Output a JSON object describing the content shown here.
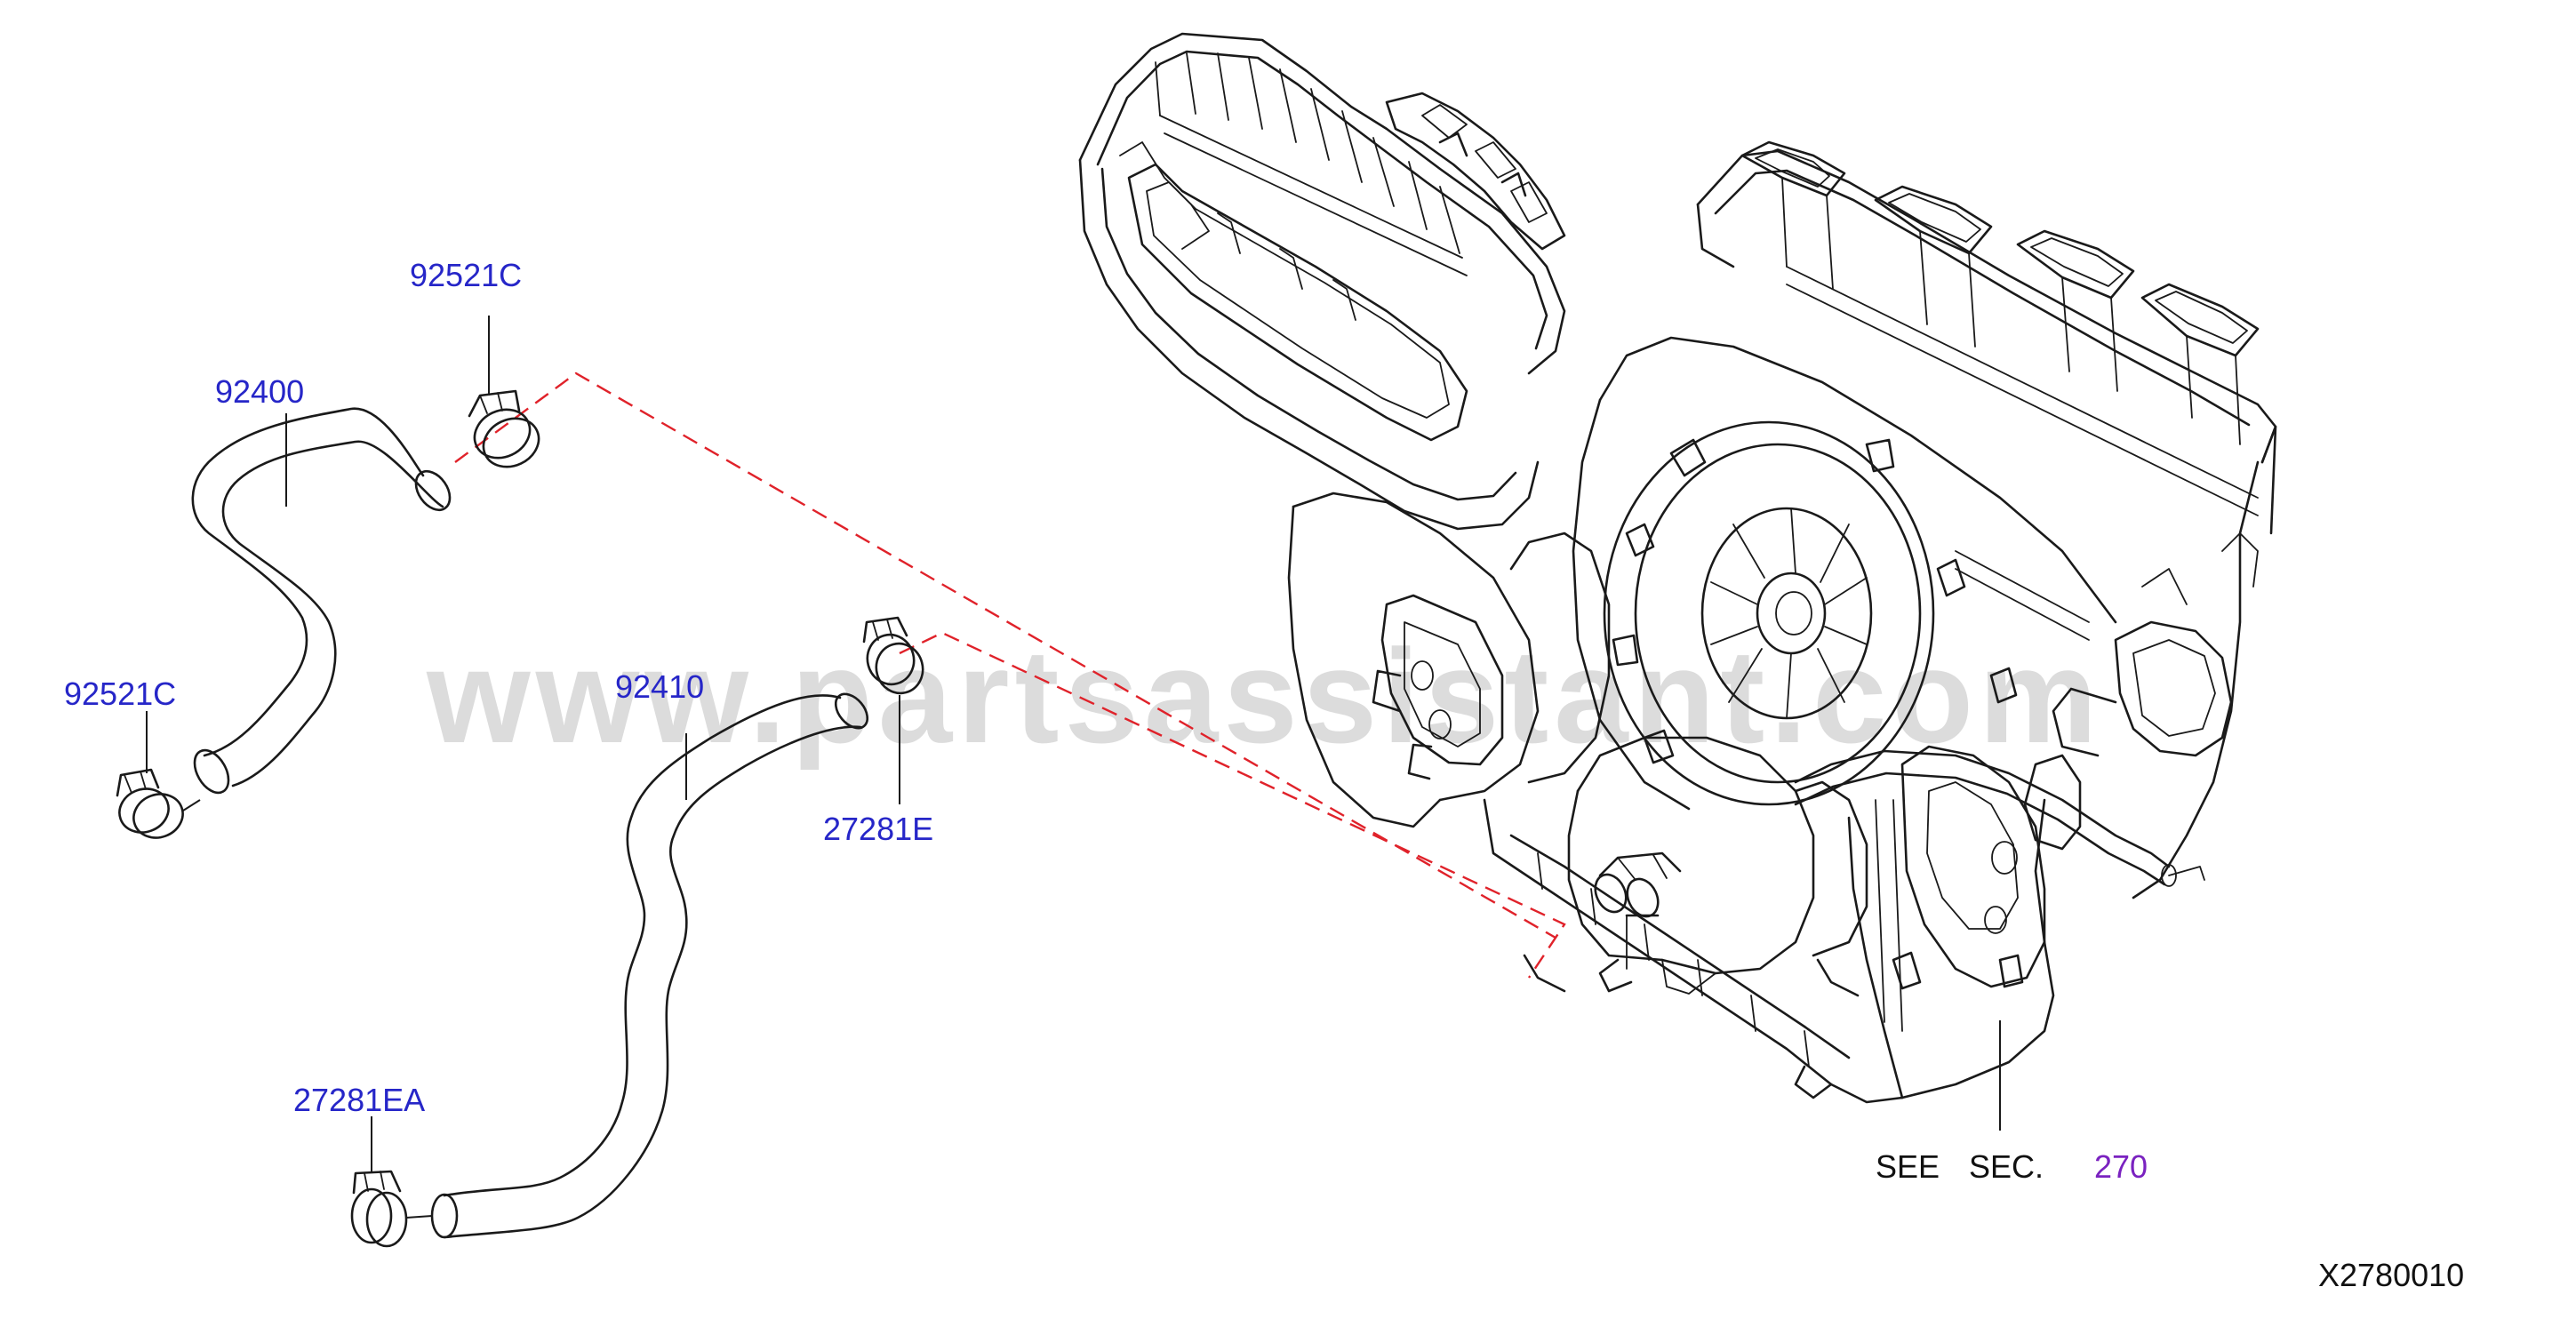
{
  "colors": {
    "callout": "#2626c8",
    "section_link": "#7a22c0",
    "text": "#111111",
    "line": "#1a1a1a",
    "dashed_connector": "#e0222a",
    "watermark": "#d9d9d9"
  },
  "watermark": {
    "text": "www.partsassistant.com"
  },
  "callouts": [
    {
      "id": "92521C-top",
      "label": "92521C"
    },
    {
      "id": "92400",
      "label": "92400"
    },
    {
      "id": "92521C-bottom",
      "label": "92521C"
    },
    {
      "id": "92410",
      "label": "92410"
    },
    {
      "id": "27281E",
      "label": "27281E"
    },
    {
      "id": "27281EA",
      "label": "27281EA"
    }
  ],
  "see_section": {
    "prefix": "SEE",
    "sec": "SEC.",
    "number": "270"
  },
  "figure_code": "X2780010"
}
